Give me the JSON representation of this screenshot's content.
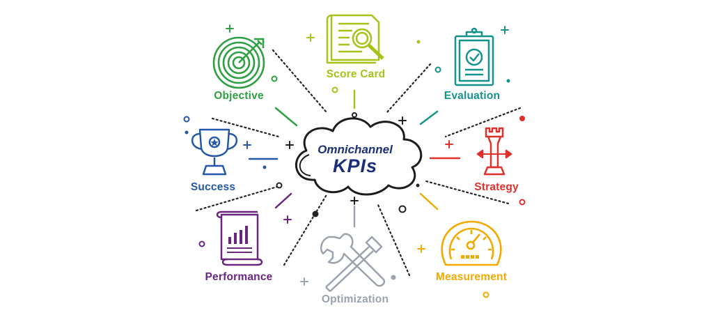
{
  "center": {
    "line1": "Omnichannel",
    "line2": "KPIs",
    "color": "#1b2f78"
  },
  "nodes": [
    {
      "id": "objective",
      "label": "Objective",
      "color": "#2ea043",
      "icon": "target-arrow-icon"
    },
    {
      "id": "score-card",
      "label": "Score Card",
      "color": "#a8c218",
      "icon": "document-magnifier-icon"
    },
    {
      "id": "evaluation",
      "label": "Evaluation",
      "color": "#15938a",
      "icon": "clipboard-check-icon"
    },
    {
      "id": "strategy",
      "label": "Strategy",
      "color": "#e0302c",
      "icon": "chess-rook-arrows-icon"
    },
    {
      "id": "measurement",
      "label": "Measurement",
      "color": "#f2a900",
      "icon": "gauge-icon"
    },
    {
      "id": "optimization",
      "label": "Optimization",
      "color": "#9aa3ad",
      "icon": "wrench-hammer-icon"
    },
    {
      "id": "performance",
      "label": "Performance",
      "color": "#6a2580",
      "icon": "scroll-bar-chart-icon"
    },
    {
      "id": "success",
      "label": "Success",
      "color": "#2557a7",
      "icon": "trophy-star-icon"
    }
  ]
}
